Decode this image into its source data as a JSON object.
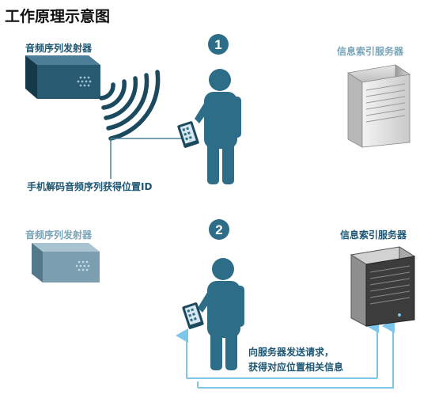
{
  "title": "工作原理示意图",
  "colors": {
    "primary": "#2d6d88",
    "primary_dark": "#1b4a5f",
    "muted": "#6e93a5",
    "arrow": "#7ec5ea",
    "text_dark": "#1c5672",
    "text_muted": "#7aa4b8"
  },
  "step1": {
    "number": "1",
    "emitter_label": "音频序列发射器",
    "server_label": "信息索引服务器",
    "decode_note": "手机解码音频序列获得位置ID",
    "icons": [
      "audio-emitter-icon",
      "sound-wave-icon",
      "person-icon",
      "smartphone-icon",
      "server-icon"
    ]
  },
  "step2": {
    "number": "2",
    "emitter_label": "音频序列发射器",
    "server_label": "信息索引服务器",
    "request_note": [
      "向服务器发送请求，",
      "获得对应位置相关信息"
    ],
    "icons": [
      "audio-emitter-icon",
      "person-icon",
      "smartphone-icon",
      "server-icon",
      "arrow-icon"
    ]
  }
}
